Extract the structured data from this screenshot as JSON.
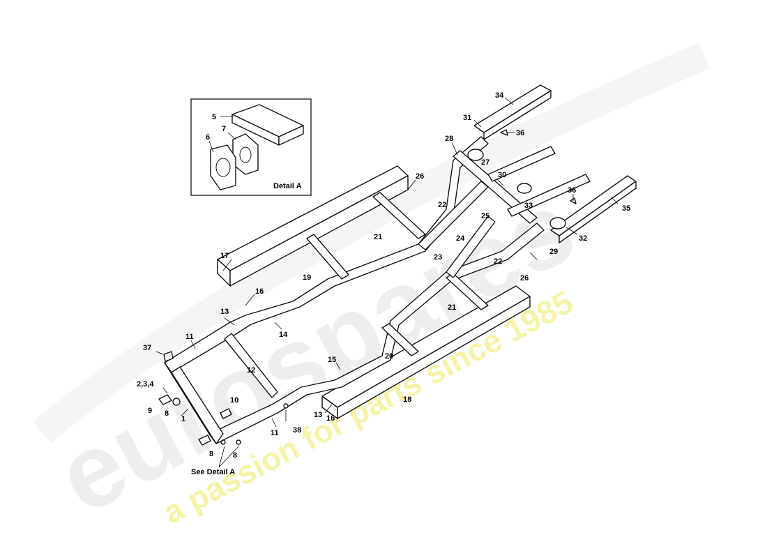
{
  "watermark": {
    "brand": "eurospares",
    "tagline": "a passion for parts since 1985",
    "brand_color": "#e6e6e6",
    "tagline_color": "#f2f08a"
  },
  "detail_box": {
    "title": "Detail A",
    "labels": [
      "5",
      "7",
      "6"
    ]
  },
  "callouts": {
    "c34": "34",
    "c31": "31",
    "c36a": "36",
    "c28": "28",
    "c26a": "26",
    "c27": "27",
    "c30": "30",
    "c36b": "36",
    "c33": "33",
    "c35": "35",
    "c22a": "22",
    "c25": "25",
    "c32": "32",
    "c21a": "21",
    "c24": "24",
    "c29": "29",
    "c23": "23",
    "c22b": "22",
    "c17": "17",
    "c26b": "26",
    "c19": "19",
    "c16a": "16",
    "c21b": "21",
    "c13a": "13",
    "c14": "14",
    "c37": "37",
    "c11a": "11",
    "c15": "15",
    "c20": "20",
    "c12": "12",
    "c18": "18",
    "c234": "2,3,4",
    "c10": "10",
    "c9": "9",
    "c8a": "8",
    "c1": "1",
    "c13b": "13",
    "c16b": "16",
    "c11b": "11",
    "c38": "38",
    "c8b": "8",
    "c8c": "8",
    "see_detail": "See Detail A"
  }
}
